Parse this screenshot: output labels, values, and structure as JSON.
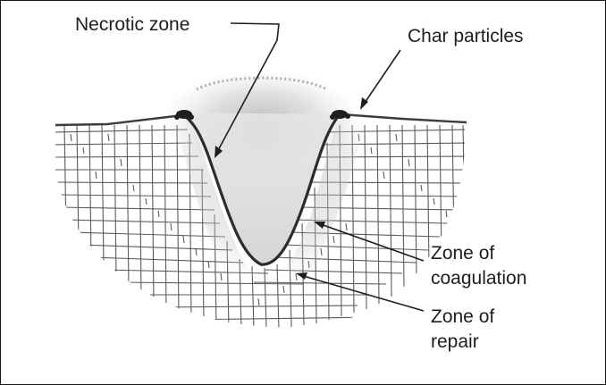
{
  "labels": {
    "necrotic_zone": "Necrotic zone",
    "char_particles": "Char particles",
    "coagulation_line1": "Zone of",
    "coagulation_line2": "coagulation",
    "repair_line1": "Zone of",
    "repair_line2": "repair"
  },
  "colors": {
    "cell_lines": "#5a5a5a",
    "tissue_surface": "#3c3c3c",
    "crater_wall": "#2c2c2c",
    "shading": "#9a9a9a",
    "char": "#1f1f1f",
    "text": "#1e1e1e"
  }
}
